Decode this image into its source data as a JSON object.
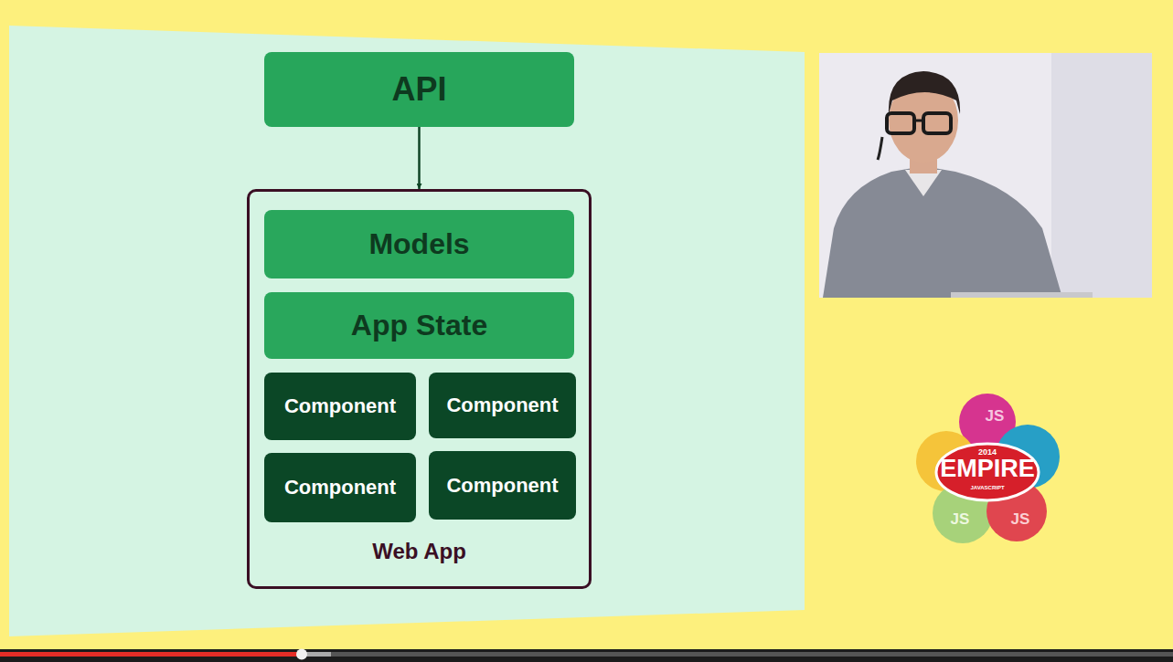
{
  "diagram": {
    "nodes": [
      {
        "text": [
          "API"
        ]
      },
      {
        "text": [
          "Web App"
        ]
      },
      {
        "text": [
          "Models"
        ],
        "in": 1
      },
      {
        "text": [
          "App State"
        ],
        "in": 1
      },
      {
        "text": [
          "Component"
        ],
        "in": 1
      },
      {
        "text": [
          "Component"
        ],
        "in": 1
      },
      {
        "text": [
          "Component"
        ],
        "in": 1
      },
      {
        "text": [
          "Component"
        ],
        "in": 1
      }
    ],
    "edges": [
      {
        "from": 0,
        "to": 1,
        "arrow": "to"
      }
    ],
    "labels": [
      "2014",
      "EMPIRE",
      "JAVASCRIPT",
      "JS",
      "JS",
      "JS"
    ]
  }
}
